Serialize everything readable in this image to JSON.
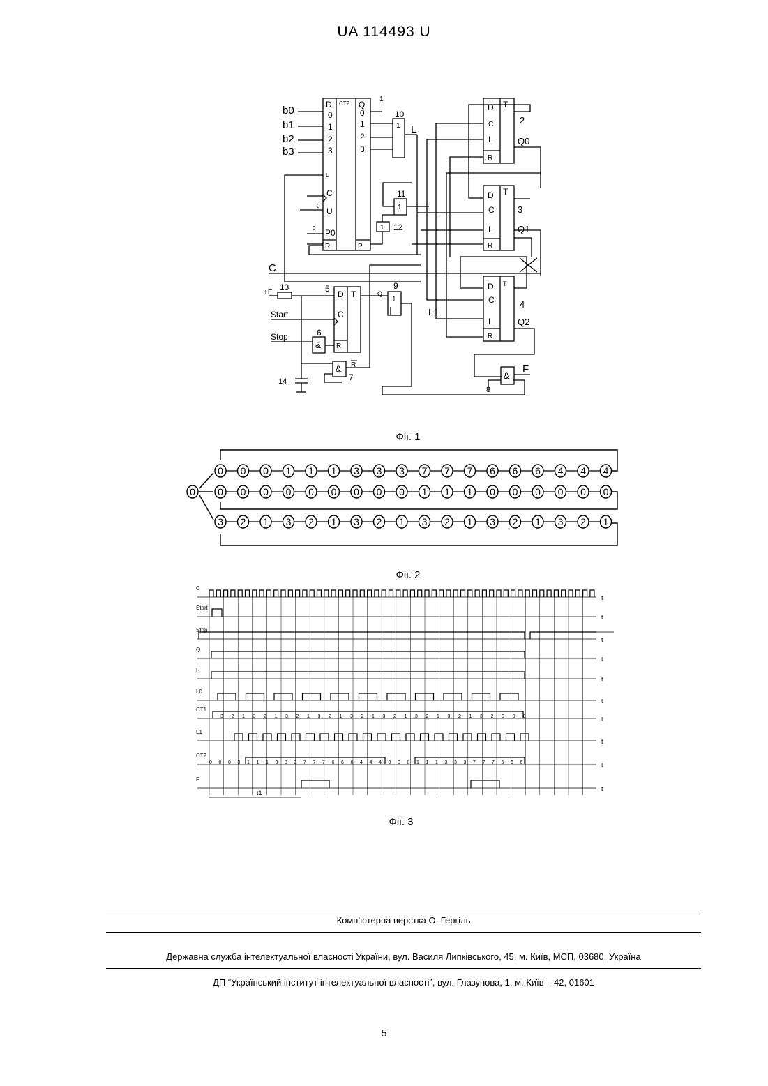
{
  "header": {
    "doc_id": "UA   114493   U"
  },
  "figures": {
    "fig1": {
      "caption": "Фіг. 1",
      "labels": {
        "b0": "b0",
        "b1": "b1",
        "b2": "b2",
        "b3": "b3",
        "D": "D",
        "CT2": "CT2",
        "Q": "Q",
        "n0": "0",
        "n1": "1",
        "n2": "2",
        "n3": "3",
        "L": "L",
        "C": "C",
        "U": "U",
        "P0": "P0",
        "R": "R",
        "P": "P",
        "T": "T",
        "Q0": "Q0",
        "Q1": "Q1",
        "Q2": "Q2",
        "L1": "L1",
        "F": "F",
        "E": "+E",
        "Start": "Start",
        "Stop": "Stop",
        "Rbar": "R",
        "and": "&",
        "one": "1",
        "zero": "0",
        "ref1": "1",
        "ref2": "2",
        "ref3": "3",
        "ref4": "4",
        "ref5": "5",
        "ref6": "6",
        "ref7": "7",
        "ref8": "8",
        "ref9": "9",
        "ref10": "10",
        "ref11": "11",
        "ref12": "12",
        "ref13": "13",
        "ref14": "14"
      }
    },
    "fig2": {
      "caption": "Фіг. 2",
      "start": "0",
      "row1": [
        "0",
        "0",
        "0",
        "1",
        "1",
        "1",
        "3",
        "3",
        "3",
        "7",
        "7",
        "7",
        "6",
        "6",
        "6",
        "4",
        "4",
        "4"
      ],
      "row2": [
        "0",
        "0",
        "0",
        "0",
        "0",
        "0",
        "0",
        "0",
        "0",
        "1",
        "1",
        "1",
        "0",
        "0",
        "0",
        "0",
        "0",
        "0"
      ],
      "row3": [
        "3",
        "2",
        "1",
        "3",
        "2",
        "1",
        "3",
        "2",
        "1",
        "3",
        "2",
        "1",
        "3",
        "2",
        "1",
        "3",
        "2",
        "1"
      ]
    },
    "fig3": {
      "caption": "Фіг. 3",
      "signals": [
        "C",
        "Start",
        "Stop",
        "Q",
        "R",
        "L0",
        "CT1",
        "L1",
        "CT2",
        "F"
      ],
      "axis_label": "t",
      "interval_label": "t1",
      "ct1_values": [
        "3",
        "2",
        "1",
        "3",
        "2",
        "1",
        "3",
        "2",
        "1",
        "3",
        "2",
        "1",
        "3",
        "2",
        "1",
        "3",
        "2",
        "1",
        "3",
        "2",
        "1",
        "3",
        "2",
        "1",
        "3",
        "2",
        "0",
        "0",
        "0"
      ],
      "ct2_values": [
        "0",
        "0",
        "0",
        "0",
        "1",
        "1",
        "1",
        "3",
        "3",
        "3",
        "7",
        "7",
        "7",
        "6",
        "6",
        "6",
        "4",
        "4",
        "4",
        "0",
        "0",
        "0",
        "1",
        "1",
        "1",
        "3",
        "3",
        "3",
        "7",
        "7",
        "7",
        "6",
        "6",
        "6"
      ]
    }
  },
  "footer": {
    "layout": "Комп’ютерна верстка О. Гергіль",
    "service": "Державна служба інтелектуальної власності України, вул. Василя Липківського, 45, м. Київ, МСП, 03680, Україна",
    "institute": "ДП “Український інститут інтелектуальної власності”, вул. Глазунова, 1, м. Київ – 42, 01601",
    "page_number": "5"
  }
}
